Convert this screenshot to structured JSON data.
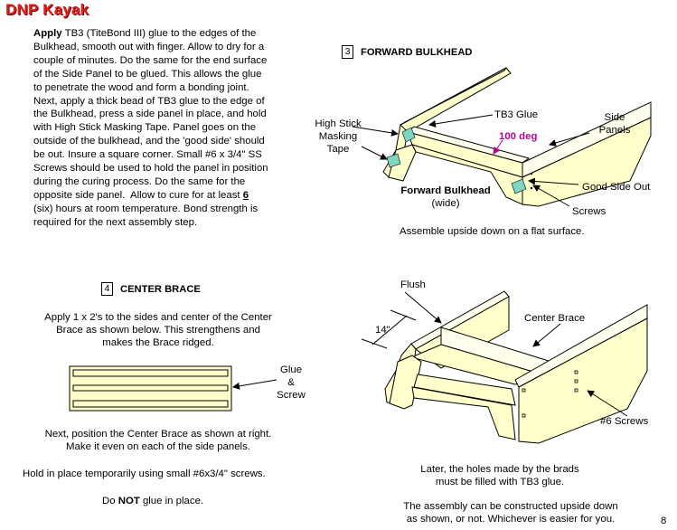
{
  "title": "DNP Kayak",
  "page_number": "8",
  "step3": {
    "number": "3",
    "heading": "FORWARD BULKHEAD",
    "para_lead": "Apply",
    "lines": [
      " TB3 (TiteBond III) glue to the edges of the",
      "Bulkhead, smooth out with finger.  Allow to dry for a",
      "couple of minutes.  Do the same for the end surface",
      "of the Side Panel to be glued.  This allows the glue",
      "to penetrate the wood and form a bonding joint.",
      "Next, apply a thick bead of TB3 glue to the edge of",
      "the Bulkhead, press a side panel in place, and hold",
      "with High Stick Masking Tape.  Panel goes on the",
      "outside of the bulkhead, and the 'good side' should",
      "be out.  Insure a square corner.  Small  #6 x 3/4\" SS",
      "Screws should be used to hold the panel in position",
      "during the curing process.  Do the same for the",
      "opposite side panel.  Allow to cure for at least "
    ],
    "cure_hours": "6",
    "tail_lines": [
      "(six) hours at room temperature.  Bond strength is",
      "required for the next assembly step."
    ],
    "labels": {
      "tb3_glue": "TB3 Glue",
      "side_panels": "Side\nPanels",
      "high_stick_tape": "High Stick\nMasking\nTape",
      "angle": "100 deg",
      "bulkhead_name": "Forward Bulkhead",
      "bulkhead_dim": "(wide)",
      "good_side_out": "Good Side Out",
      "screws": "Screws",
      "caption": "Assemble upside down on a flat surface."
    }
  },
  "step4": {
    "number": "4",
    "heading": "CENTER BRACE",
    "intro": "Apply 1 x 2's to the sides and center of the Center\nBrace as shown below. This strengthens and\nmakes the Brace ridged.",
    "glue_screw": "Glue\n&\nScrew",
    "position_text": "Next, position the Center Brace as shown at right.\nMake it even on each of the side panels.",
    "hold_text": "Hold in place temporarily using small #6x3/4\" screws.",
    "do_not_pre": "Do ",
    "do_not_bold": "NOT",
    "do_not_post": " glue in place.",
    "labels": {
      "flush": "Flush",
      "dim_14": "14\"",
      "center_brace": "Center Brace",
      "screws6": "#6 Screws",
      "later_text": "Later, the holes made by the brads\nmust be filled with TB3 glue.",
      "assembly_text": "The assembly can be constructed upside down\nas shown, or not.  Whichever is easier for you."
    }
  },
  "colors": {
    "title_red": "#e0201c",
    "wood_fill": "#ffffcc",
    "tape_teal": "#7fd6c0",
    "angle_magenta": "#b0068f"
  }
}
